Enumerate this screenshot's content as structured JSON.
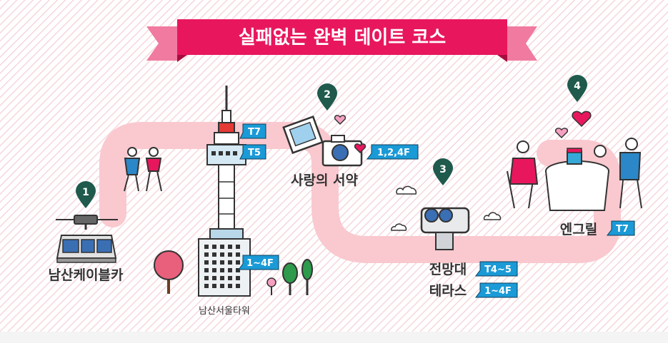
{
  "title": "실패없는 완벽 데이트 코스",
  "colors": {
    "banner": "#e8175d",
    "banner_fold": "#f07aa0",
    "route": "#f9c9cf",
    "pin": "#1f5a4c",
    "tag": "#1a9ad6",
    "stripe": "#f6d7dc"
  },
  "stops": [
    {
      "number": "1",
      "name": "남산케이블카"
    },
    {
      "number": "2",
      "name": "사랑의 서약"
    },
    {
      "number": "3",
      "name": "전망대"
    },
    {
      "number": "4",
      "name": "엔그릴"
    }
  ],
  "tower": {
    "name": "남산서울타워",
    "floors": [
      "T7",
      "T5",
      "1~4F"
    ]
  },
  "tags": {
    "love_vow": "1,2,4F",
    "observatory": "T4~5",
    "terrace": "1~4F",
    "grill": "T7"
  },
  "terrace_name": "테라스"
}
